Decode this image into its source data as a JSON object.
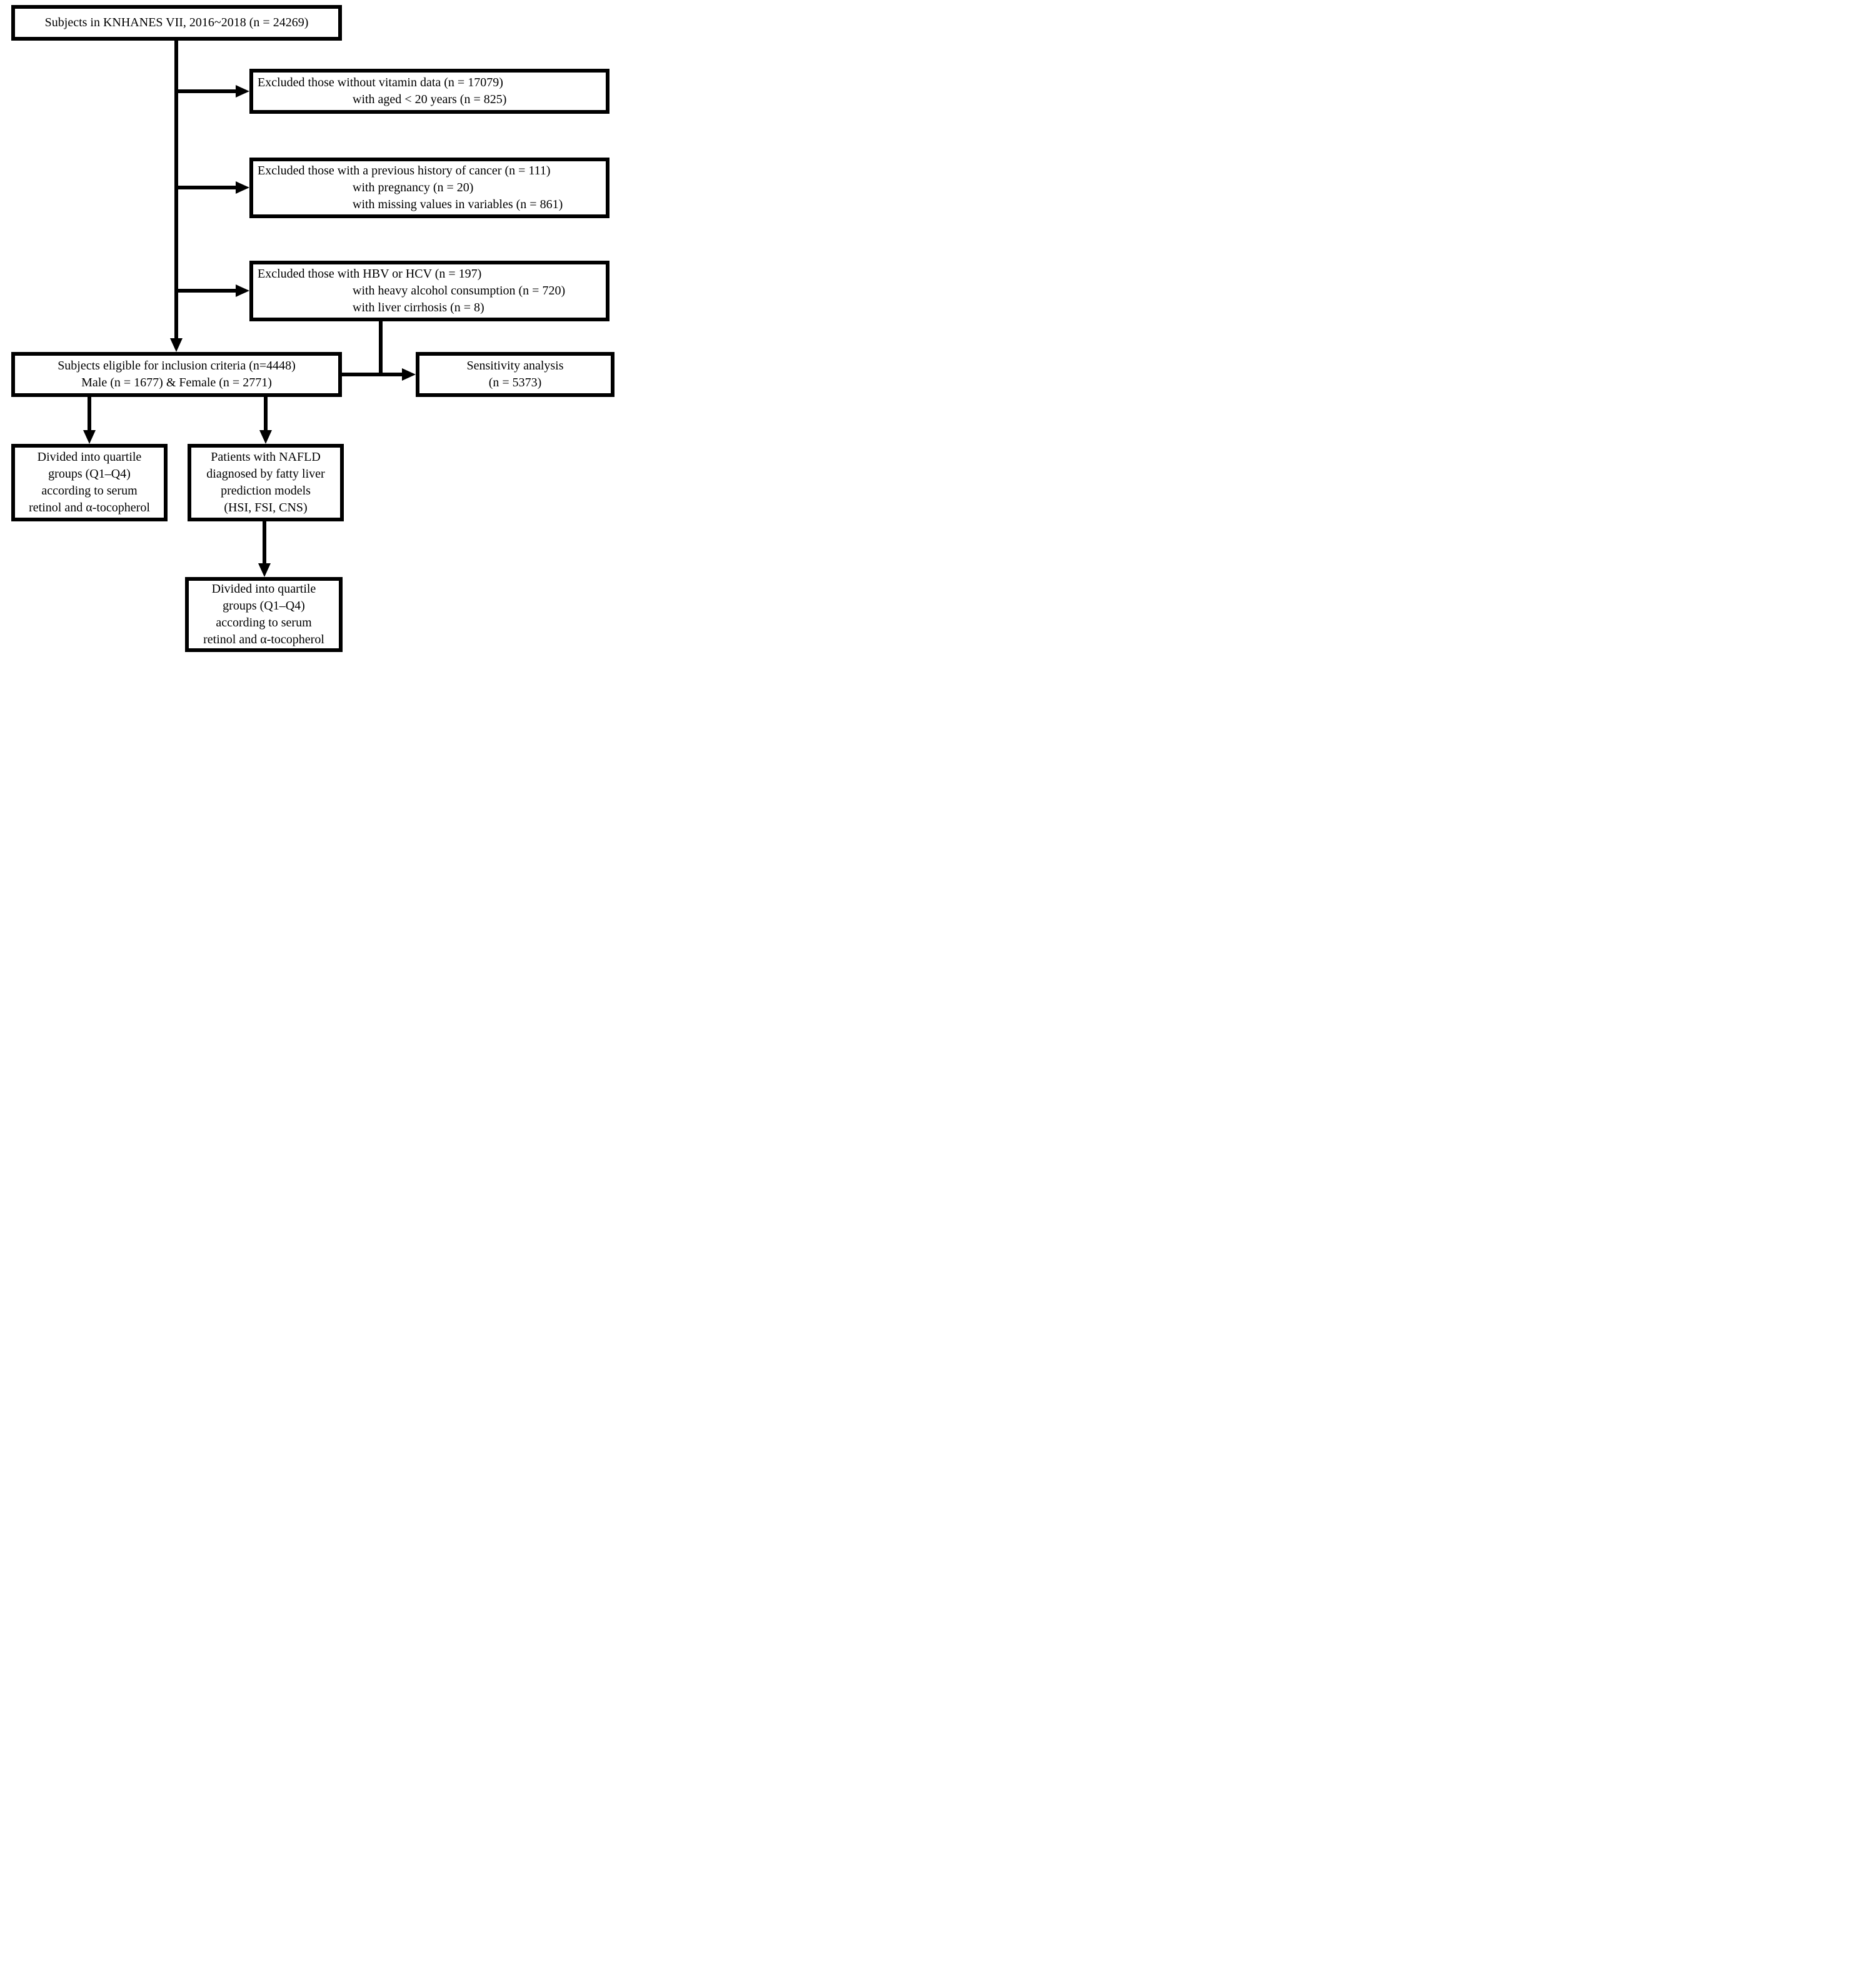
{
  "colors": {
    "line": "#000000",
    "text": "#000000",
    "box_border": "#000000",
    "box_fill": "#ffffff",
    "background": "#ffffff"
  },
  "boxes": {
    "top": {
      "lines": [
        "Subjects in KNHANES VII, 2016~2018 (n = 24269)"
      ]
    },
    "exclusion1": {
      "first": "Excluded those without vitamin data (n = 17079)",
      "rest": [
        "with aged < 20 years (n = 825)"
      ]
    },
    "exclusion2": {
      "first": "Excluded those with a previous history of cancer (n = 111)",
      "rest": [
        "with pregnancy (n = 20)",
        "with missing values in variables (n = 861)"
      ]
    },
    "exclusion3": {
      "first": "Excluded those with HBV or HCV (n = 197)",
      "rest": [
        "with heavy alcohol consumption (n = 720)",
        "with liver cirrhosis (n = 8)"
      ]
    },
    "eligible": {
      "lines": [
        "Subjects eligible for inclusion criteria (n=4448)",
        "Male (n = 1677) & Female (n = 2771)"
      ]
    },
    "sensitivity": {
      "lines": [
        "Sensitivity analysis",
        "(n = 5373)"
      ]
    },
    "quartile_all": {
      "lines": [
        "Divided into quartile",
        "groups (Q1–Q4)",
        "according to serum",
        "retinol and α-tocopherol"
      ]
    },
    "nafld": {
      "lines": [
        "Patients with NAFLD",
        "diagnosed by fatty liver",
        "prediction models",
        "(HSI, FSI, CNS)"
      ]
    },
    "quartile_nafld": {
      "lines": [
        "Divided into quartile",
        "groups (Q1–Q4)",
        "according to serum",
        "retinol and α-tocopherol"
      ]
    }
  }
}
